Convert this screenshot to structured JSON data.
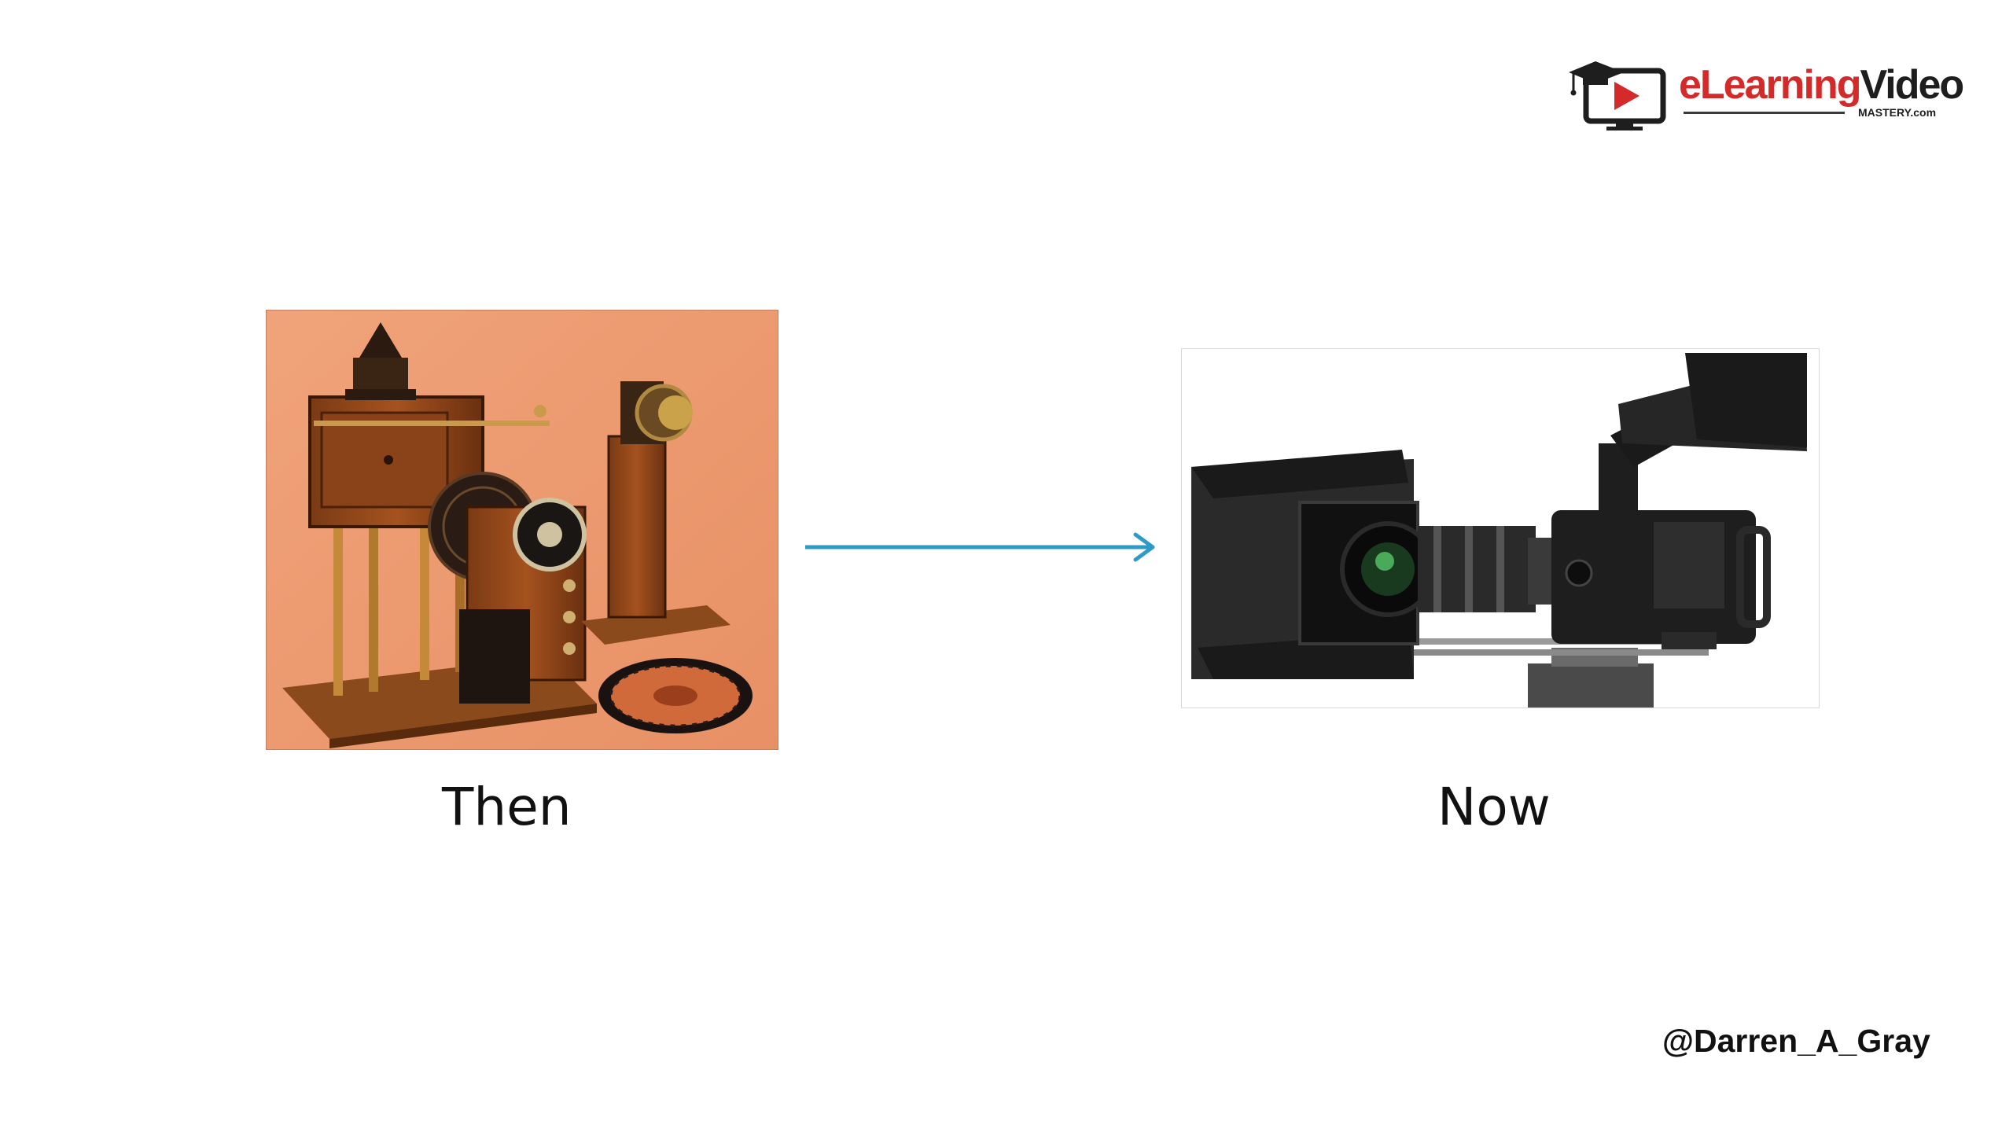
{
  "logo": {
    "word_part1": "eLearning",
    "word_part2": "Video",
    "subtext": "MASTERY.com",
    "icon": "graduation-cap-play-monitor-icon",
    "colors": {
      "accent": "#d42a2a",
      "dark": "#1e1e1e"
    }
  },
  "slide": {
    "left_image": "antique-cinematograph-projector",
    "right_image": "modern-cinema-camera",
    "arrow_color": "#2e9bc6",
    "left_caption": "Then",
    "right_caption": "Now",
    "handle": "@Darren_A_Gray"
  }
}
